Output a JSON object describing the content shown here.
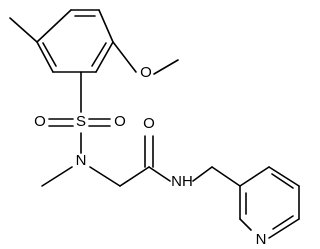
{
  "molecule": {
    "atom_labels": {
      "o_methoxy": "O",
      "s": "S",
      "o_sulfonyl_left": "O",
      "o_sulfonyl_right": "O",
      "n_sulfonamide": "N",
      "o_carbonyl": "O",
      "nh": "NH",
      "n_pyridine": "N"
    },
    "colors": {
      "bond": "#000000",
      "label": "#000000",
      "background": "#ffffff"
    }
  }
}
